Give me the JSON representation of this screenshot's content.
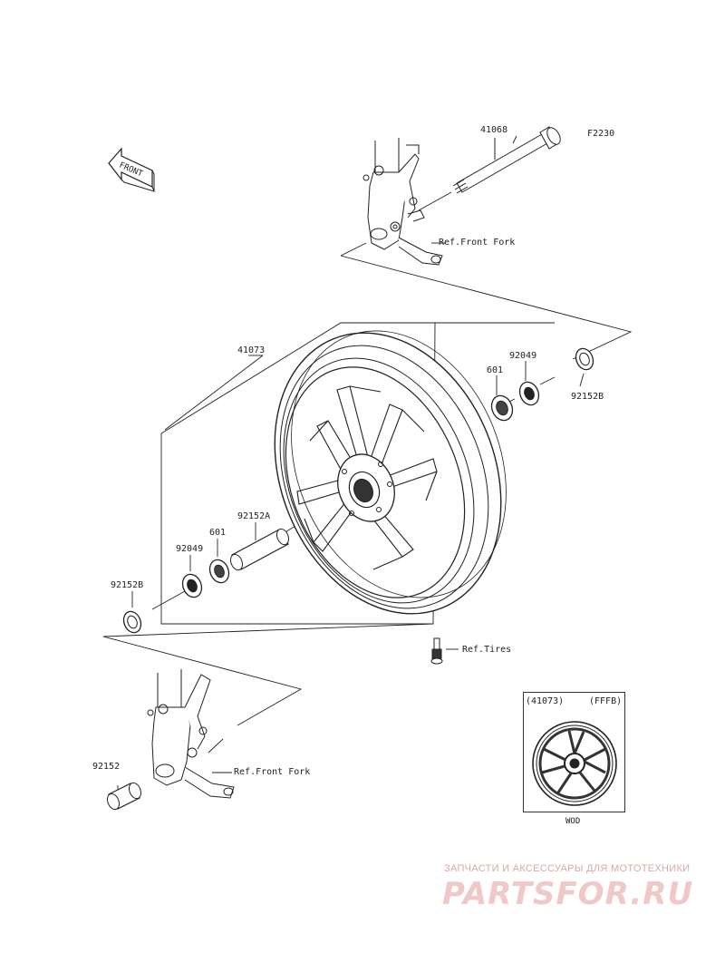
{
  "diagram_code": "F2230",
  "front_label": "FRONT",
  "parts": {
    "axle": "41068",
    "wheel": "41073",
    "bearing_right": "601",
    "seal_right": "92049",
    "collar_right": "92152B",
    "spacer": "92152A",
    "bearing_left": "601",
    "seal_left": "92049",
    "collar_left": "92152B",
    "collar_fork": "92152"
  },
  "refs": {
    "front_fork_top": "Ref.Front Fork",
    "tires": "Ref.Tires",
    "front_fork_bottom": "Ref.Front Fork"
  },
  "inset": {
    "part": "(41073)",
    "variant": "(FFFB)",
    "color_code": "WOD"
  },
  "watermark": {
    "tagline": "ЗАПЧАСТИ И АКСЕССУАРЫ ДЛЯ МОТОТЕХНИКИ",
    "logo": "PARTSFOR.RU"
  }
}
